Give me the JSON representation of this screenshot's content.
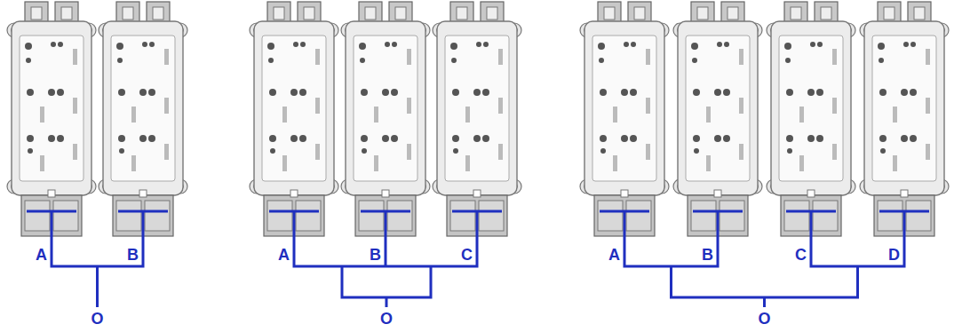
{
  "diagram": {
    "labels": [
      "A",
      "B",
      "O",
      "A",
      "B",
      "C",
      "O",
      "A",
      "B",
      "C",
      "D",
      "O"
    ]
  }
}
